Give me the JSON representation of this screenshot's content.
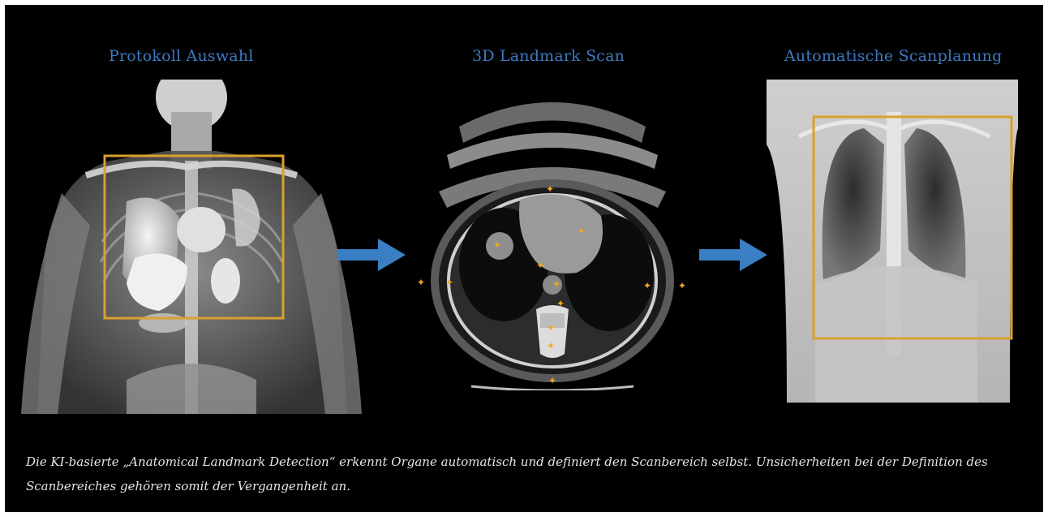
{
  "panels": [
    {
      "title": "Protokoll Auswahl"
    },
    {
      "title": "3D Landmark Scan"
    },
    {
      "title": "Automatische Scanplanung"
    }
  ],
  "caption": "Die KI-basierte „Anatomical Landmark Detection“ erkennt Organe automatisch und definiert den Scanbereich selbst. Unsicherheiten bei der Definition des Scanbereiches gehören somit der Vergangenheit an.",
  "colors": {
    "background": "#000000",
    "title": "#3c7ac0",
    "arrow": "#3a7fc4",
    "scan_box": "#d9a12e",
    "landmark": "#f2a81d",
    "caption": "#e6e6e6"
  },
  "icons": [
    "arrow-right-icon",
    "landmark-marker-icon"
  ]
}
